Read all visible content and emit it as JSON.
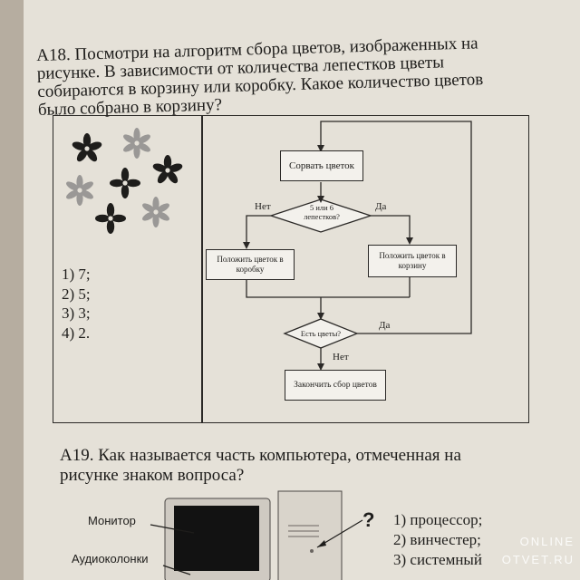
{
  "question_a18": {
    "lines": [
      "А18. Посмотри на алгоритм сбора цветов, изображенных на",
      "рисунке. В зависимости от количества лепестков цветы",
      "собираются в корзину или коробку. Какое количество цветов",
      "было собрано в корзину?"
    ],
    "answers": [
      "1) 7;",
      "2) 5;",
      "3) 3;",
      "4) 2."
    ]
  },
  "flowchart": {
    "pick": "Сорвать цветок",
    "cond1": "5 или 6 лепестков?",
    "no": "Нет",
    "yes": "Да",
    "box": "Положить цветок в коробку",
    "basket": "Положить цветок в корзину",
    "cond2": "Есть цветы?",
    "yes2": "Да",
    "no2": "Нет",
    "end": "Закончить сбор цветов"
  },
  "question_a19": {
    "lines": [
      "А19. Как называется часть компьютера, отмеченная на",
      "рисунке знаком вопроса?"
    ],
    "label_monitor": "Монитор",
    "label_speakers": "Аудиоколонки",
    "qmark": "?",
    "answers": [
      "1) процессор;",
      "2) винчестер;",
      "3) системный"
    ]
  },
  "watermark": {
    "line1": "ONLINE",
    "line2": "OTVET.RU"
  },
  "colors": {
    "paper": "#e5e1d8",
    "ink": "#1e1d1b",
    "grey_flower": "#9a9896"
  }
}
